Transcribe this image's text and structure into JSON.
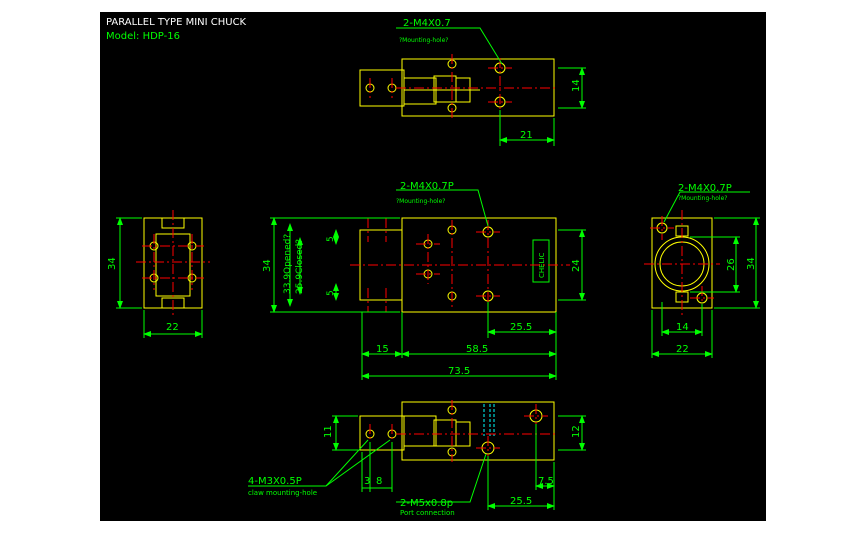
{
  "title": {
    "main": "PARALLEL TYPE MINI CHUCK",
    "model": "Model: HDP-16"
  },
  "colors": {
    "background": "#000000",
    "outline": "#ffff00",
    "dimension": "#00ff00",
    "centerline": "#ff0000",
    "hidden": "#00ffff",
    "title": "#ffffff",
    "model": "#00ff00"
  },
  "top_view": {
    "callout": "2-M4X0.7",
    "note": "?Mounting-hole?",
    "dim_height": "14",
    "dim_offset": "21"
  },
  "front_view": {
    "callout": "2-M4X0.7P",
    "note": "?Mounting-hole?",
    "dim_height": "34",
    "dim_inner": "24",
    "dim_opened": "33.9Opened?",
    "dim_closed": "25.9Closed?",
    "dim_jaw_top": "5",
    "dim_jaw_bottom": "5",
    "dim_mount_offset": "25.5",
    "dim_jaw": "15",
    "dim_body": "58.5",
    "dim_total": "73.5",
    "label_plate": "CHELIC"
  },
  "left_view": {
    "dim_height": "34",
    "dim_width": "22"
  },
  "right_view": {
    "callout": "2-M4X0.7P",
    "note": "?Mounting-hole?",
    "dim_bore": "26",
    "dim_height": "34",
    "dim_inner": "14",
    "dim_width": "22"
  },
  "bottom_view": {
    "dim_left": "11",
    "dim_right": "12",
    "claw_callout": "4-M3X0.5P",
    "claw_note": "claw mounting-hole",
    "dim_a": "3",
    "dim_b": "8",
    "port_callout": "2-M5x0.8p",
    "port_note": "Port connection",
    "dim_port_small": "7.5",
    "dim_port": "25.5"
  }
}
